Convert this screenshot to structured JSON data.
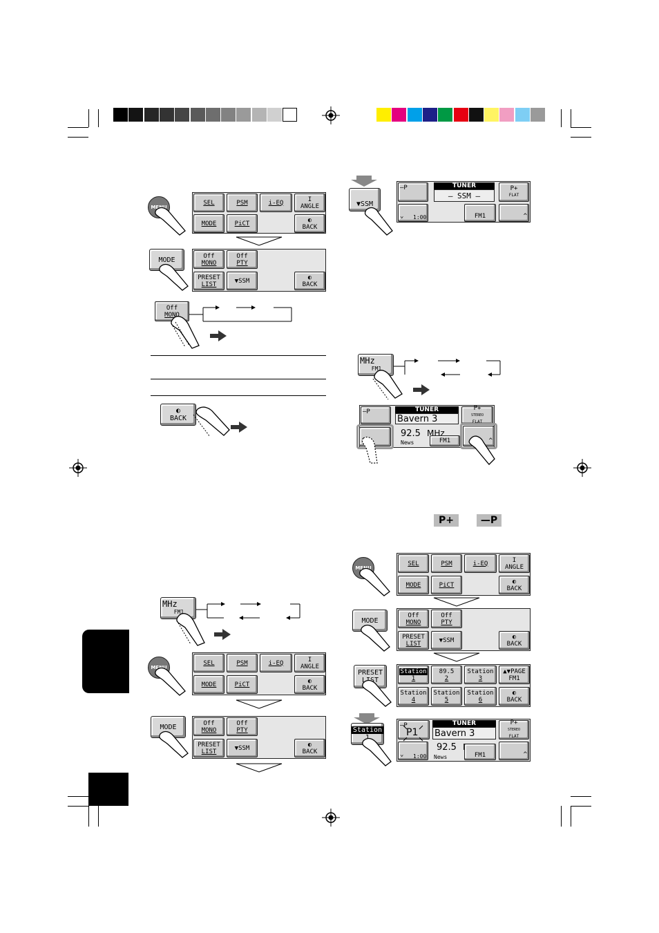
{
  "colors": {
    "grayscale_bar": [
      "#000000",
      "#141414",
      "#262626",
      "#333333",
      "#454545",
      "#5a5a5a",
      "#6e6e6e",
      "#828282",
      "#9a9a9a",
      "#b4b4b4",
      "#d0d0d0",
      "#ffffff"
    ],
    "color_bar": [
      "#ffee00",
      "#e4007f",
      "#00a0e9",
      "#1d2088",
      "#009944",
      "#e60012",
      "#111111",
      "#fff462",
      "#f19ec2",
      "#7ecef4",
      "#9a9a9a"
    ]
  },
  "main_menu": {
    "sel": "SEL",
    "psm": "PSM",
    "ieq": "i-EQ",
    "angle_top": "I",
    "angle": "ANGLE",
    "mode": "MODE",
    "pict": "PiCT",
    "back": "BACK"
  },
  "mode_menu": {
    "mono_top": "Off",
    "mono": "MONO",
    "pty_top": "Off",
    "pty": "PTY",
    "preset_top": "PRESET",
    "preset": "LIST",
    "ssm": "SSM",
    "back": "BACK"
  },
  "keys": {
    "menu": "MENU",
    "mode": "MODE",
    "back": "BACK",
    "ssm": "SSM",
    "mhz": "MHz",
    "fm1": "FM1",
    "preset_list_top": "PRESET",
    "preset_list": "LIST",
    "station": "Station",
    "station_num": "1"
  },
  "tuner": {
    "title": "TUNER",
    "ssm_text": "— SSM —",
    "minus_p": "—P",
    "plus_p": "P+",
    "flat": "FLAT",
    "stereo": "STEREO",
    "clock": "1:00",
    "band": "FM1",
    "station_name": "Bavern 3",
    "freq": "92.5",
    "mhz": "MHz",
    "pty": "News",
    "preset_num": "P1"
  },
  "preset_list": {
    "cells": [
      {
        "top": "Station",
        "num": "1"
      },
      {
        "top": "89.5",
        "num": "2"
      },
      {
        "top": "Station",
        "num": "3"
      },
      {
        "top": "Station",
        "num": "4"
      },
      {
        "top": "Station",
        "num": "5"
      },
      {
        "top": "Station",
        "num": "6"
      }
    ],
    "page": "PAGE",
    "band": "FM1",
    "back": "BACK"
  },
  "labels": {
    "p_plus": "P+",
    "minus_p": "—P"
  }
}
